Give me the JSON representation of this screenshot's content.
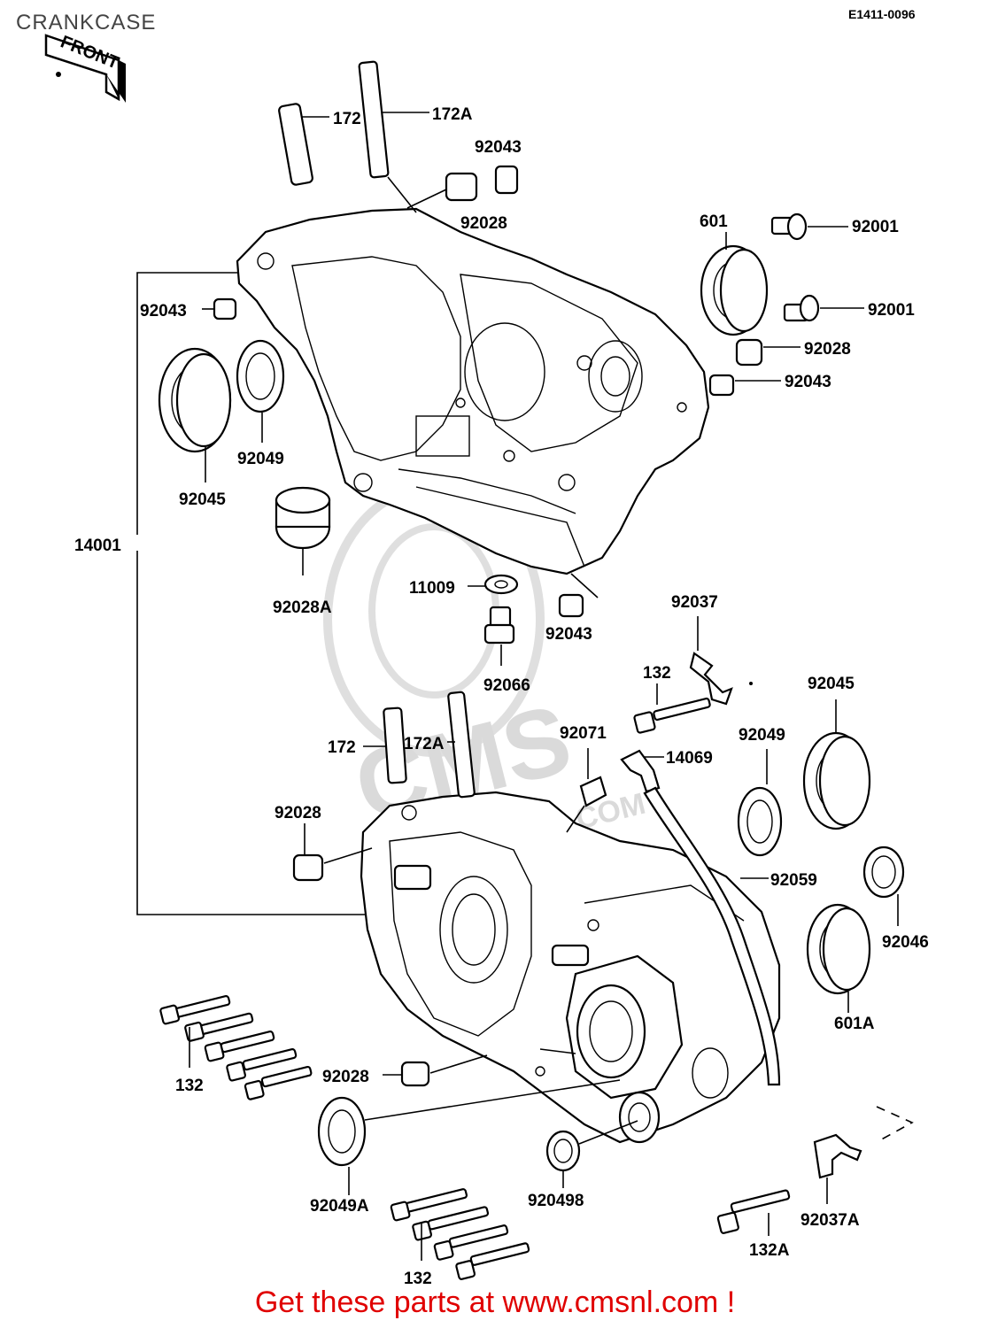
{
  "title": "CRANKCASE",
  "drawing_code": "E1411-0096",
  "front_label": "FRONT",
  "watermark": {
    "brand": "CMS",
    "url": "WWW.CMSNL.COM"
  },
  "callouts": [
    "172",
    "172A",
    "92043",
    "92028",
    "601",
    "92001",
    "92001",
    "92028",
    "92043",
    "92043",
    "92049",
    "92045",
    "92028A",
    "14001",
    "11009",
    "92043",
    "92066",
    "92037",
    "132",
    "92045",
    "92049",
    "172",
    "172A",
    "92071",
    "14069",
    "92028",
    "92059",
    "92046",
    "601A",
    "132",
    "92028",
    "92049A",
    "920498",
    "132",
    "132A",
    "92037A"
  ],
  "footer": {
    "text": "Get these parts at www.cmsnl.com !"
  }
}
